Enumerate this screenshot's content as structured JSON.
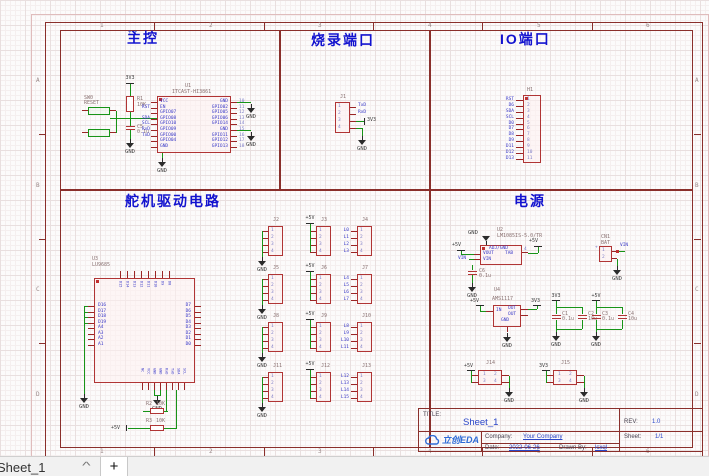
{
  "colors": {
    "frame": "#8a2f2b",
    "wire": "#179417",
    "component": "#b03434",
    "net_text": "#3a3ac8",
    "pin_number": "#8080c8",
    "designator": "#8a7272",
    "section_title": "#1212cf",
    "symbol": "#2b2b2b",
    "logo_blue": "#2e6bd6",
    "value_blue": "#2b46c8"
  },
  "frame": {
    "cols": [
      "1",
      "2",
      "3",
      "4",
      "5",
      "6"
    ],
    "rows": [
      "A",
      "B",
      "C",
      "D"
    ]
  },
  "origin_marker": "++",
  "gnd_label": "GND",
  "sections": {
    "main_control": "主控",
    "burn_port": "烧录端口",
    "io_port": "IO端口",
    "servo": "舵机驱动电路",
    "power": "电源"
  },
  "main_control": {
    "switch": {
      "ref": "SW0",
      "value": "RESET"
    },
    "r1": {
      "ref": "R1",
      "value": "10K"
    },
    "c5": {
      "ref": "C5",
      "value": "0.1u"
    },
    "power_net": "3V3",
    "u1": {
      "ref": "U1",
      "part": "ITCAST-HI3861",
      "left_pins": [
        "VCC",
        "EN",
        "GPIO07",
        "GPIO08",
        "GPIO10",
        "GPIO09",
        "GPIO00",
        "GPIO04",
        "GND"
      ],
      "left_numbers": [
        "1",
        "2",
        "3",
        "4",
        "5",
        "6",
        "7",
        "8",
        "9"
      ],
      "right_pins": [
        "GND",
        "GPIO02",
        "GPIO05",
        "GPIO06",
        "GPIO14",
        "GND",
        "GPIO11",
        "GPIO12",
        "GPIO13"
      ],
      "right_numbers": [
        "10",
        "11",
        "12",
        "13",
        "14",
        "15",
        "16",
        "17",
        "18"
      ],
      "left_nets": [
        "RST",
        "SDA",
        "SCL",
        "RxD",
        "TxD"
      ]
    }
  },
  "burn_port": {
    "j1": {
      "ref": "J1",
      "numbers": [
        "1",
        "2",
        "3",
        "4"
      ],
      "nets": [
        "TxD",
        "RxD"
      ],
      "power_net": "3V3"
    }
  },
  "io_port": {
    "h1": {
      "ref": "H1",
      "numbers": [
        "1",
        "2",
        "3",
        "4",
        "5",
        "6",
        "7",
        "8",
        "9",
        "10",
        "11"
      ],
      "nets": [
        "RST",
        "D6",
        "SDA",
        "SCL",
        "D0",
        "D7",
        "D8",
        "D9",
        "D11",
        "D12",
        "D13"
      ]
    }
  },
  "servo": {
    "u3": {
      "ref": "U3",
      "part": "LU9685",
      "left_pins": [
        "D16",
        "D17",
        "D18",
        "D19",
        "A4",
        "A3",
        "A2",
        "A1"
      ],
      "right_pins": [
        "D7",
        "D6",
        "D5",
        "D4",
        "D3",
        "D2",
        "D1",
        "D0"
      ],
      "top_pins": [
        "D15",
        "D14",
        "D13",
        "D12",
        "D11",
        "D10",
        "D9",
        "D8"
      ],
      "bottom_pins": [
        "NC",
        "VCC",
        "GND",
        "GND",
        "RxD",
        "TxD",
        "SDA",
        "SCL"
      ]
    },
    "r2": {
      "ref": "R2",
      "value": "10K"
    },
    "r3": {
      "ref": "R3",
      "value": "10K"
    },
    "power_net": "+5V",
    "header_numbers": [
      "1",
      "2",
      "3",
      "4"
    ],
    "headers": [
      {
        "ref": "J2",
        "type": "gnd"
      },
      {
        "ref": "J3",
        "type": "pwr"
      },
      {
        "ref": "J4",
        "type": "net",
        "nets": [
          "L0",
          "L1",
          "L2",
          "L3"
        ]
      },
      {
        "ref": "J5",
        "type": "gnd"
      },
      {
        "ref": "J6",
        "type": "pwr"
      },
      {
        "ref": "J7",
        "type": "net",
        "nets": [
          "L4",
          "L5",
          "L6",
          "L7"
        ]
      },
      {
        "ref": "J8",
        "type": "gnd"
      },
      {
        "ref": "J9",
        "type": "pwr"
      },
      {
        "ref": "J10",
        "type": "net",
        "nets": [
          "L8",
          "L9",
          "L10",
          "L11"
        ]
      },
      {
        "ref": "J11",
        "type": "gnd"
      },
      {
        "ref": "J12",
        "type": "pwr"
      },
      {
        "ref": "J13",
        "type": "net",
        "nets": [
          "L12",
          "L13",
          "L14",
          "L15"
        ]
      }
    ]
  },
  "power": {
    "u2": {
      "ref": "U2",
      "part": "LM1085IS-5.0/TR",
      "adj": "ADJ/GND",
      "vout": "VOUT",
      "vin": "VIN",
      "tab": "TAB",
      "tab_number": "4"
    },
    "c6": {
      "ref": "C6",
      "value": "0.1u"
    },
    "cn1": {
      "ref": "CN1",
      "part": "BAT",
      "numbers": [
        "1",
        "2"
      ],
      "net": "VIN",
      "plus": "+"
    },
    "u4": {
      "ref": "U4",
      "part": "AMS1117",
      "in": "IN",
      "out": "OUT",
      "gnd": "GND"
    },
    "c1": {
      "ref": "C1",
      "value": "0.1u"
    },
    "c2": {
      "ref": "C2",
      "value": "10u"
    },
    "c3": {
      "ref": "C3",
      "value": "0.1u"
    },
    "c4": {
      "ref": "C4",
      "value": "10u"
    },
    "v5": "+5V",
    "v3": "3V3",
    "vin_net": "VIN",
    "j14": {
      "ref": "J14",
      "numbers": [
        "1",
        "2",
        "3",
        "4"
      ],
      "net": "+5V"
    },
    "j15": {
      "ref": "J15",
      "numbers": [
        "1",
        "2",
        "3",
        "4"
      ],
      "net": "3V3"
    }
  },
  "title_block": {
    "title_label": "TITLE:",
    "title": "Sheet_1",
    "rev_label": "REV:",
    "rev": "1.0",
    "company_label": "Company:",
    "company": "Your Company",
    "sheet_label": "Sheet:",
    "sheet": "1/1",
    "date_label": "Date:",
    "date": "2022-06-26",
    "drawn_label": "Drawn By:",
    "drawn_by": "lcxql",
    "logo": "立创EDA"
  },
  "tab_bar": {
    "sheet": "Sheet_1",
    "collapse_icon": "^",
    "add_label": "+"
  }
}
